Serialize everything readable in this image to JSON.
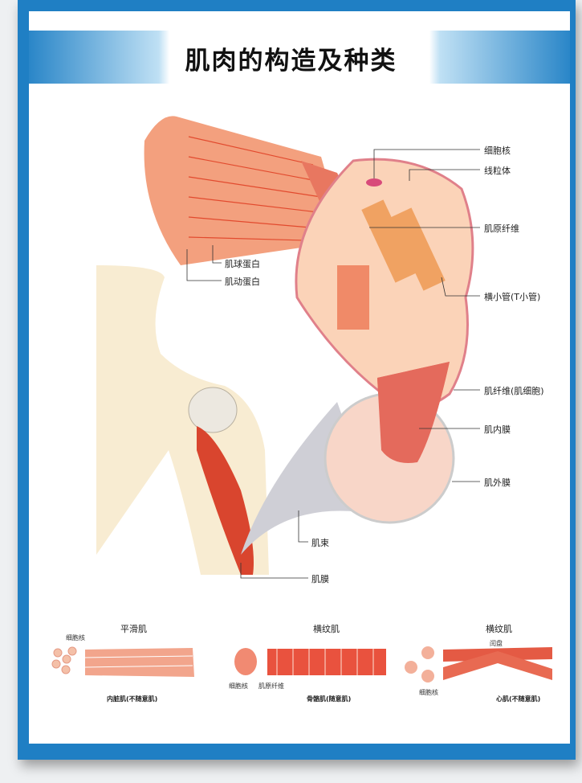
{
  "title": "肌肉的构造及种类",
  "labels": {
    "nucleus": "细胞核",
    "mitochondria": "线粒体",
    "myofibril": "肌原纤维",
    "t_tubule": "横小管(T小管)",
    "muscle_fiber": "肌纤维(肌细胞)",
    "endomysium": "肌内膜",
    "epimysium": "肌外膜",
    "fascicle": "肌束",
    "sarcolemma": "肌膜",
    "myosin": "肌球蛋白",
    "actin": "肌动蛋白"
  },
  "types": [
    {
      "title": "平滑肌",
      "caption": "内脏肌(不随意肌)",
      "labels": [
        "细胞核"
      ]
    },
    {
      "title": "横纹肌",
      "caption": "骨骼肌(随意肌)",
      "labels": [
        "细胞核",
        "肌原纤维"
      ]
    },
    {
      "title": "横纹肌",
      "caption": "心肌(不随意肌)",
      "labels": [
        "闰盘",
        "细胞核"
      ]
    }
  ],
  "colors": {
    "frame": "#1f7fc4",
    "muscle": "#e8654a",
    "fiber": "#f4a27c",
    "skin": "#f6e6c4"
  }
}
